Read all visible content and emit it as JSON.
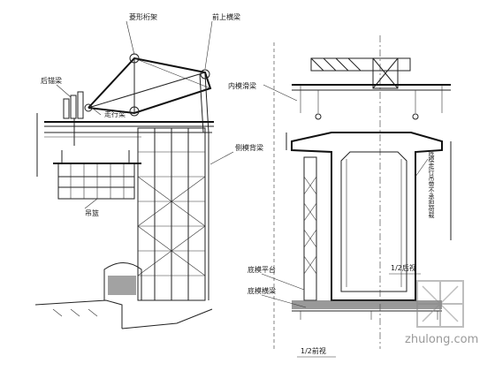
{
  "labels": {
    "truss": "菱形桁架",
    "front_beam": "前上横梁",
    "rear_anchor": "后锚梁",
    "walking_beam": "走行梁",
    "side_formwork": "侧模背梁",
    "hanging_basket": "吊篮",
    "inner_slide": "内模滑梁",
    "bottom_walking": "底模走行吊带不承担荷载",
    "bottom_platform": "底模平台",
    "bottom_beam": "底模横梁"
  },
  "views": {
    "front": "1/2前视",
    "rear": "1/2后视"
  },
  "watermark": {
    "text": "zhulong.com",
    "icon": "zhulong-logo-icon",
    "color": "#9a9a9a"
  }
}
